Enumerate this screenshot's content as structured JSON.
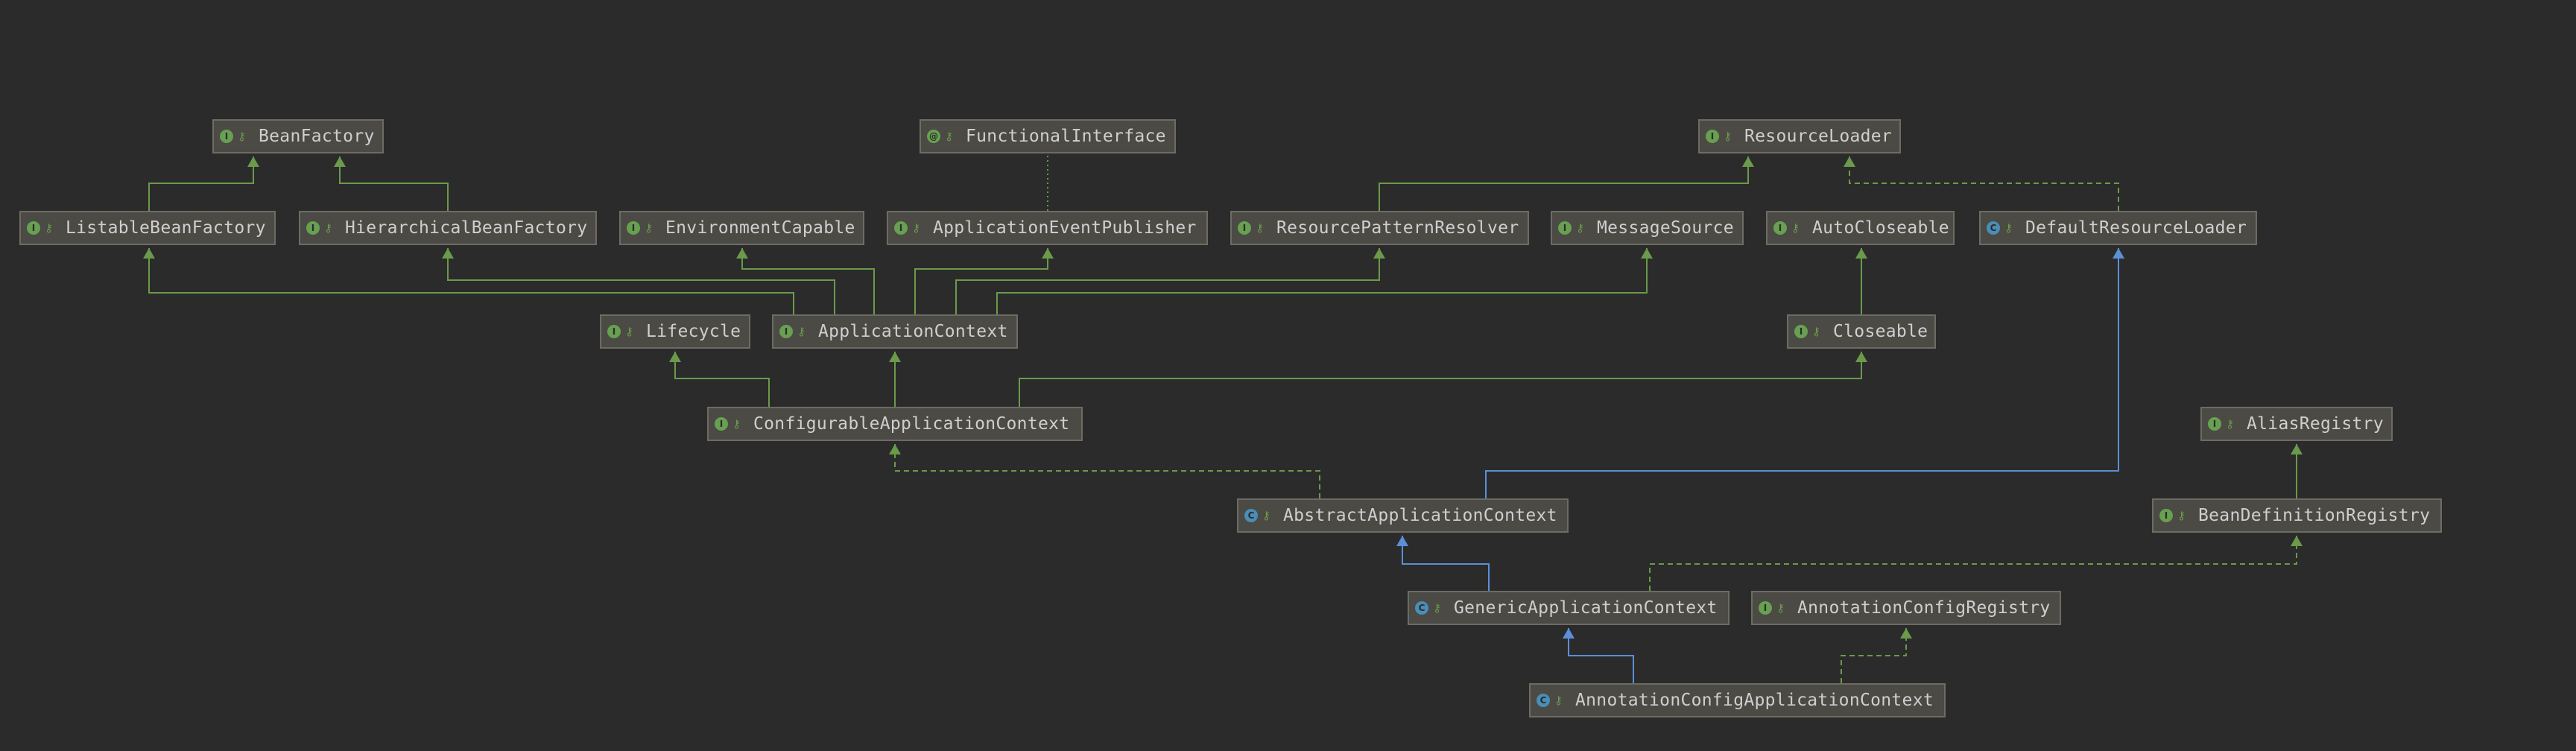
{
  "diagram": {
    "title": "",
    "colors": {
      "background": "#2b2b2b",
      "node_fill": "#4b4a45",
      "node_border": "#6d6b63",
      "text": "#cfcfcf",
      "interface_edge": "#6a9a4a",
      "class_edge": "#5b8fd8",
      "interface_badge": "#68a051",
      "class_badge": "#4a8db7"
    },
    "nodes": [
      {
        "id": "BeanFactory",
        "label": "BeanFactory",
        "kind": "interface",
        "kind_letter": "I",
        "visibility_icon": "public-icon"
      },
      {
        "id": "FunctionalInterface",
        "label": "FunctionalInterface",
        "kind": "annotation",
        "kind_letter": "@",
        "visibility_icon": "public-icon"
      },
      {
        "id": "ResourceLoader",
        "label": "ResourceLoader",
        "kind": "interface",
        "kind_letter": "I",
        "visibility_icon": "public-icon"
      },
      {
        "id": "ListableBeanFactory",
        "label": "ListableBeanFactory",
        "kind": "interface",
        "kind_letter": "I",
        "visibility_icon": "public-icon"
      },
      {
        "id": "HierarchicalBeanFactory",
        "label": "HierarchicalBeanFactory",
        "kind": "interface",
        "kind_letter": "I",
        "visibility_icon": "public-icon"
      },
      {
        "id": "EnvironmentCapable",
        "label": "EnvironmentCapable",
        "kind": "interface",
        "kind_letter": "I",
        "visibility_icon": "public-icon"
      },
      {
        "id": "ApplicationEventPublisher",
        "label": "ApplicationEventPublisher",
        "kind": "interface",
        "kind_letter": "I",
        "visibility_icon": "public-icon"
      },
      {
        "id": "ResourcePatternResolver",
        "label": "ResourcePatternResolver",
        "kind": "interface",
        "kind_letter": "I",
        "visibility_icon": "public-icon"
      },
      {
        "id": "MessageSource",
        "label": "MessageSource",
        "kind": "interface",
        "kind_letter": "I",
        "visibility_icon": "public-icon"
      },
      {
        "id": "AutoCloseable",
        "label": "AutoCloseable",
        "kind": "interface",
        "kind_letter": "I",
        "visibility_icon": "public-icon"
      },
      {
        "id": "DefaultResourceLoader",
        "label": "DefaultResourceLoader",
        "kind": "class",
        "kind_letter": "C",
        "visibility_icon": "public-icon"
      },
      {
        "id": "Lifecycle",
        "label": "Lifecycle",
        "kind": "interface",
        "kind_letter": "I",
        "visibility_icon": "public-icon"
      },
      {
        "id": "ApplicationContext",
        "label": "ApplicationContext",
        "kind": "interface",
        "kind_letter": "I",
        "visibility_icon": "public-icon"
      },
      {
        "id": "Closeable",
        "label": "Closeable",
        "kind": "interface",
        "kind_letter": "I",
        "visibility_icon": "public-icon"
      },
      {
        "id": "ConfigurableApplicationContext",
        "label": "ConfigurableApplicationContext",
        "kind": "interface",
        "kind_letter": "I",
        "visibility_icon": "public-icon"
      },
      {
        "id": "AliasRegistry",
        "label": "AliasRegistry",
        "kind": "interface",
        "kind_letter": "I",
        "visibility_icon": "public-icon"
      },
      {
        "id": "AbstractApplicationContext",
        "label": "AbstractApplicationContext",
        "kind": "abstract",
        "kind_letter": "C",
        "visibility_icon": "public-icon"
      },
      {
        "id": "BeanDefinitionRegistry",
        "label": "BeanDefinitionRegistry",
        "kind": "interface",
        "kind_letter": "I",
        "visibility_icon": "public-icon"
      },
      {
        "id": "GenericApplicationContext",
        "label": "GenericApplicationContext",
        "kind": "class",
        "kind_letter": "C",
        "visibility_icon": "public-icon"
      },
      {
        "id": "AnnotationConfigRegistry",
        "label": "AnnotationConfigRegistry",
        "kind": "interface",
        "kind_letter": "I",
        "visibility_icon": "public-icon"
      },
      {
        "id": "AnnotationConfigApplicationContext",
        "label": "AnnotationConfigApplicationContext",
        "kind": "class",
        "kind_letter": "C",
        "visibility_icon": "public-icon"
      }
    ],
    "edges": [
      {
        "from": "ListableBeanFactory",
        "to": "BeanFactory",
        "type": "extends-interface"
      },
      {
        "from": "HierarchicalBeanFactory",
        "to": "BeanFactory",
        "type": "extends-interface"
      },
      {
        "from": "ApplicationEventPublisher",
        "to": "FunctionalInterface",
        "type": "annotated"
      },
      {
        "from": "ResourcePatternResolver",
        "to": "ResourceLoader",
        "type": "extends-interface"
      },
      {
        "from": "DefaultResourceLoader",
        "to": "ResourceLoader",
        "type": "implements"
      },
      {
        "from": "ApplicationContext",
        "to": "ListableBeanFactory",
        "type": "extends-interface"
      },
      {
        "from": "ApplicationContext",
        "to": "HierarchicalBeanFactory",
        "type": "extends-interface"
      },
      {
        "from": "ApplicationContext",
        "to": "EnvironmentCapable",
        "type": "extends-interface"
      },
      {
        "from": "ApplicationContext",
        "to": "ApplicationEventPublisher",
        "type": "extends-interface"
      },
      {
        "from": "ApplicationContext",
        "to": "ResourcePatternResolver",
        "type": "extends-interface"
      },
      {
        "from": "ApplicationContext",
        "to": "MessageSource",
        "type": "extends-interface"
      },
      {
        "from": "Closeable",
        "to": "AutoCloseable",
        "type": "extends-interface"
      },
      {
        "from": "ConfigurableApplicationContext",
        "to": "Lifecycle",
        "type": "extends-interface"
      },
      {
        "from": "ConfigurableApplicationContext",
        "to": "ApplicationContext",
        "type": "extends-interface"
      },
      {
        "from": "ConfigurableApplicationContext",
        "to": "Closeable",
        "type": "extends-interface"
      },
      {
        "from": "AbstractApplicationContext",
        "to": "ConfigurableApplicationContext",
        "type": "implements"
      },
      {
        "from": "AbstractApplicationContext",
        "to": "DefaultResourceLoader",
        "type": "extends-class"
      },
      {
        "from": "BeanDefinitionRegistry",
        "to": "AliasRegistry",
        "type": "extends-interface"
      },
      {
        "from": "GenericApplicationContext",
        "to": "AbstractApplicationContext",
        "type": "extends-class"
      },
      {
        "from": "GenericApplicationContext",
        "to": "BeanDefinitionRegistry",
        "type": "implements"
      },
      {
        "from": "AnnotationConfigApplicationContext",
        "to": "GenericApplicationContext",
        "type": "extends-class"
      },
      {
        "from": "AnnotationConfigApplicationContext",
        "to": "AnnotationConfigRegistry",
        "type": "implements"
      }
    ]
  }
}
